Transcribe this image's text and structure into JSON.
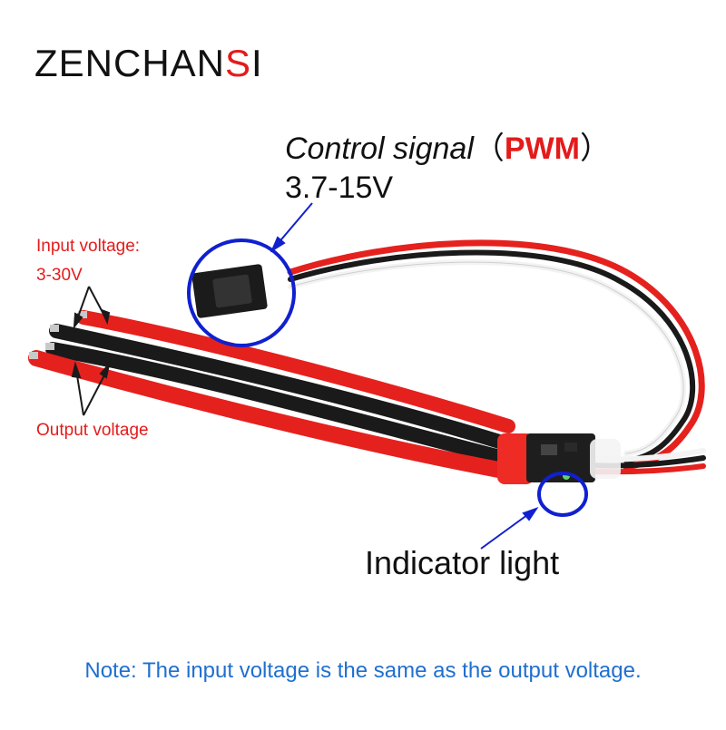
{
  "brand": {
    "name_start": "ZENCHAN",
    "name_accent": "S",
    "name_end": "I"
  },
  "control": {
    "label": "Control signal",
    "paren_open": "（",
    "signal_type": "PWM",
    "paren_close": "）",
    "range": "3.7-15V"
  },
  "input": {
    "label_line1": "Input voltage:",
    "label_line2": "3-30V"
  },
  "output": {
    "label": "Output voltage"
  },
  "indicator": {
    "label": "Indicator  light"
  },
  "note": {
    "text": "Note: The input voltage is the same as the output voltage."
  },
  "colors": {
    "accent_red": "#e41b1b",
    "callout_blue": "#1020d0",
    "note_blue": "#1f6fd0",
    "wire_red": "#e5211e",
    "wire_black": "#1a1a1a"
  }
}
